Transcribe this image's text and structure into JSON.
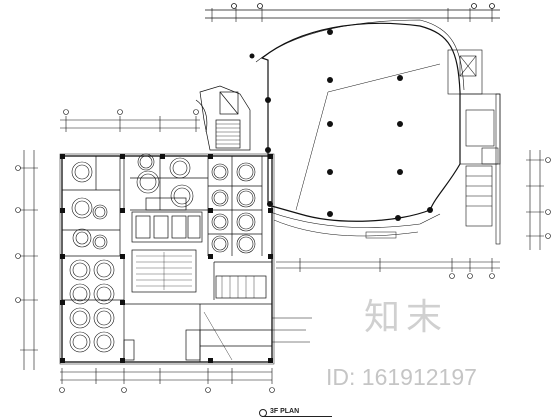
{
  "drawing": {
    "title": "3F PLAN",
    "watermark_logo": "知末",
    "watermark_id": "ID: 161912197"
  },
  "colors": {
    "line": "#111111",
    "background": "#ffffff",
    "watermark": "#9a9a9a"
  }
}
